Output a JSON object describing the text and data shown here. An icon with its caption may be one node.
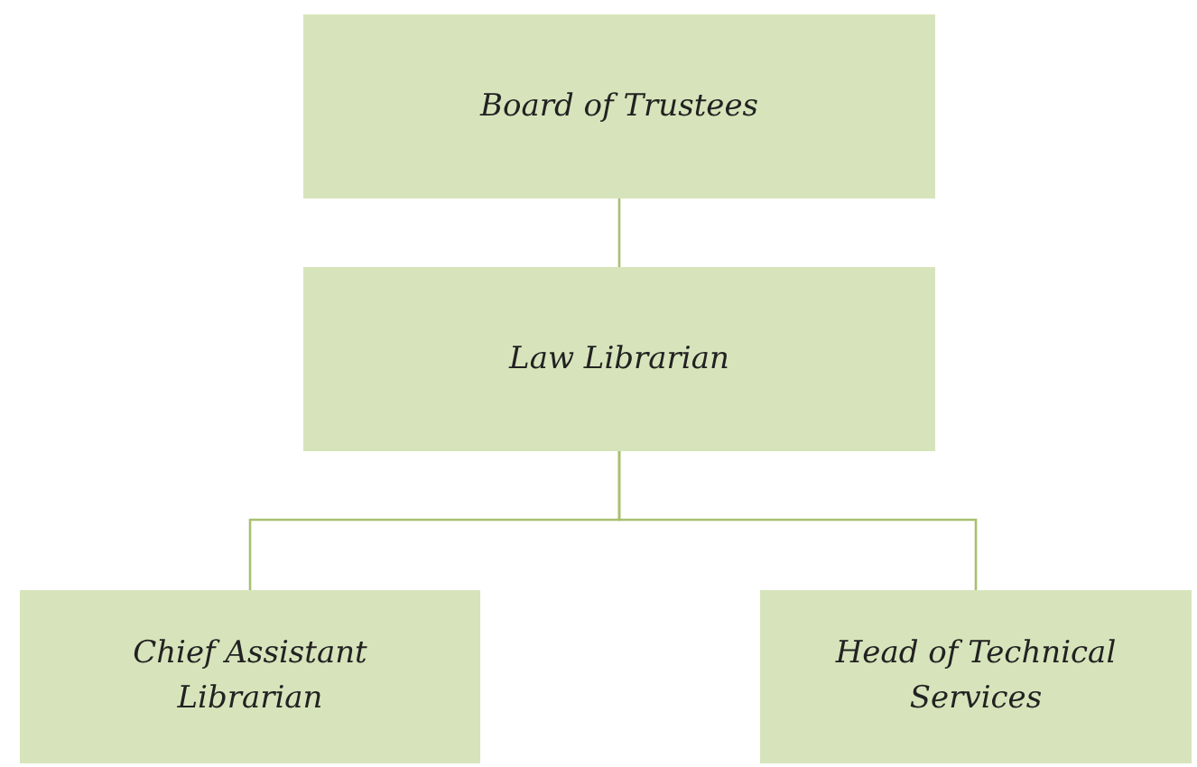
{
  "diagram": {
    "nodes": [
      {
        "text": [
          "Board of Trustees"
        ]
      },
      {
        "text": [
          "Law Librarian"
        ]
      },
      {
        "text": [
          "Chief Assistant Librarian"
        ]
      },
      {
        "text": [
          "Head of Technical Services"
        ]
      }
    ],
    "edges": [
      {
        "from": 0,
        "to": 1,
        "arrow": "none"
      },
      {
        "from": 1,
        "to": 2,
        "arrow": "none"
      },
      {
        "from": 1,
        "to": 3,
        "arrow": "none"
      }
    ]
  }
}
